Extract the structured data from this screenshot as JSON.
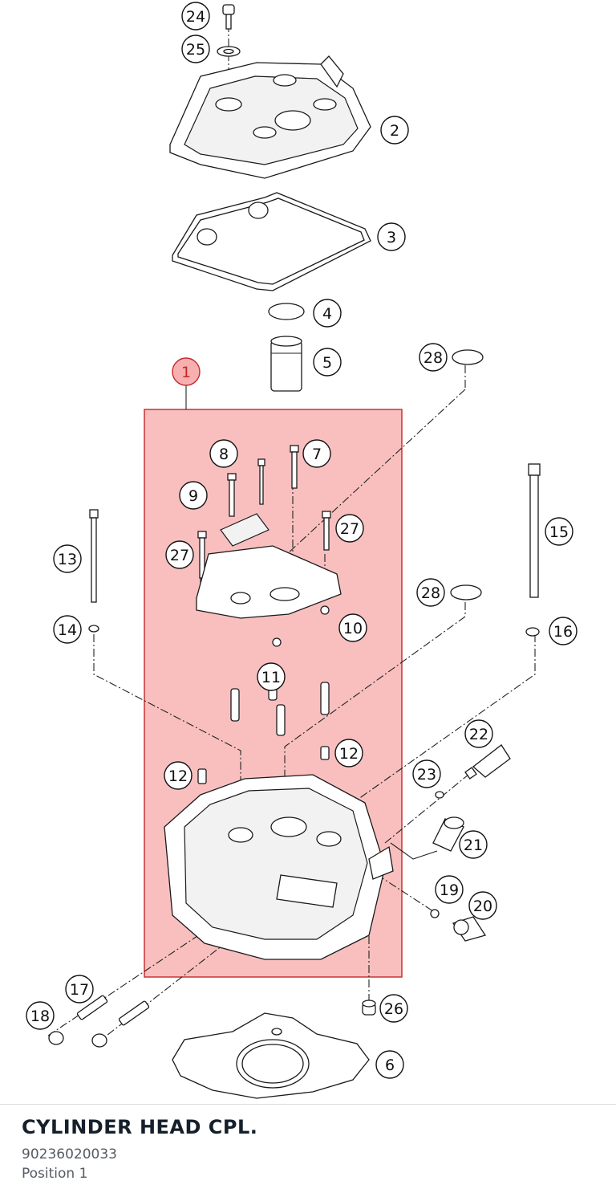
{
  "diagram": {
    "callouts": [
      {
        "id": "1",
        "label": "1",
        "active": true
      },
      {
        "id": "2",
        "label": "2"
      },
      {
        "id": "3",
        "label": "3"
      },
      {
        "id": "4",
        "label": "4"
      },
      {
        "id": "5",
        "label": "5"
      },
      {
        "id": "6",
        "label": "6"
      },
      {
        "id": "7",
        "label": "7"
      },
      {
        "id": "8",
        "label": "8"
      },
      {
        "id": "9",
        "label": "9"
      },
      {
        "id": "10",
        "label": "10"
      },
      {
        "id": "11",
        "label": "11"
      },
      {
        "id": "12a",
        "label": "12"
      },
      {
        "id": "12b",
        "label": "12"
      },
      {
        "id": "13",
        "label": "13"
      },
      {
        "id": "14",
        "label": "14"
      },
      {
        "id": "15",
        "label": "15"
      },
      {
        "id": "16",
        "label": "16"
      },
      {
        "id": "17",
        "label": "17"
      },
      {
        "id": "18",
        "label": "18"
      },
      {
        "id": "19",
        "label": "19"
      },
      {
        "id": "20",
        "label": "20"
      },
      {
        "id": "21",
        "label": "21"
      },
      {
        "id": "22",
        "label": "22"
      },
      {
        "id": "23",
        "label": "23"
      },
      {
        "id": "24",
        "label": "24"
      },
      {
        "id": "25",
        "label": "25"
      },
      {
        "id": "26",
        "label": "26"
      },
      {
        "id": "27a",
        "label": "27"
      },
      {
        "id": "27b",
        "label": "27"
      },
      {
        "id": "28a",
        "label": "28"
      },
      {
        "id": "28b",
        "label": "28"
      }
    ],
    "highlight_color": "#f7a9a9",
    "highlight_stroke": "#c62828"
  },
  "part": {
    "name": "CYLINDER HEAD CPL.",
    "number": "90236020033",
    "position": "Position 1"
  }
}
